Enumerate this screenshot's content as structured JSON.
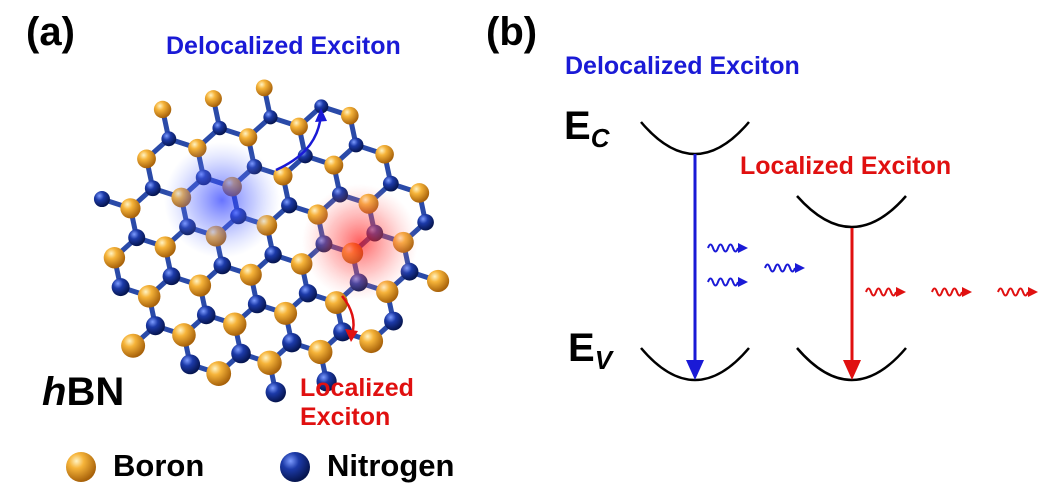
{
  "panel_a": {
    "label": "(a)",
    "delocalized_label": "Delocalized Exciton",
    "localized_label_line1": "Localized",
    "localized_label_line2": "Exciton",
    "material_prefix": "h",
    "material_suffix": "BN",
    "legend": {
      "boron": "Boron",
      "nitrogen": "Nitrogen"
    }
  },
  "panel_b": {
    "label": "(b)",
    "delocalized_label": "Delocalized Exciton",
    "localized_label": "Localized Exciton",
    "ec_main": "E",
    "ec_sub": "C",
    "ev_main": "E",
    "ev_sub": "V"
  },
  "colors": {
    "boron": "#f0a020",
    "nitrogen": "#0d2a8a",
    "bond": "#2a4aa8",
    "delocalized": "#1a1ad6",
    "localized": "#e01010"
  }
}
